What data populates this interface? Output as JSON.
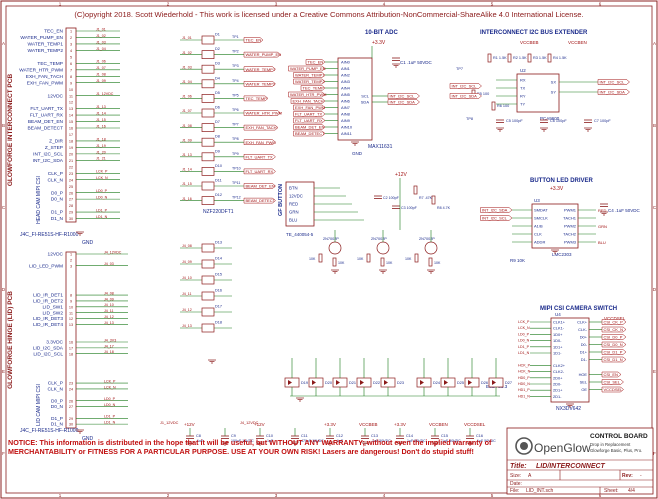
{
  "header": {
    "copyright": "(C)opyright 2018. Scott Wiederhold - This work is licensed under a Creative Commons Attribution-NonCommercial-ShareAlike 4.0 International License."
  },
  "border": {
    "cols": [
      "1",
      "2",
      "3",
      "4",
      "5",
      "6"
    ],
    "rows": [
      "A",
      "B",
      "C",
      "D",
      "E",
      "F"
    ]
  },
  "j1": {
    "title": "GLOWFORGE INTERCONNECT PCB",
    "ref": "J4C_FI-RE51S-HF-R1000",
    "gnd": "GND",
    "pins": [
      {
        "n": "1",
        "sig": "TEC_EN",
        "net": "J1_01"
      },
      {
        "n": "2",
        "sig": "WATER_PUMP_EN",
        "net": "J1_02"
      },
      {
        "n": "3",
        "sig": "WATER_TEMP1",
        "net": "J1_03"
      },
      {
        "n": "4",
        "sig": "WATER_TEMP2",
        "net": "J1_04"
      },
      {
        "n": "5",
        "sig": "",
        "net": ""
      },
      {
        "n": "6",
        "sig": "TEC_TEMP",
        "net": "J1_06"
      },
      {
        "n": "7",
        "sig": "WATER_HTR_PWM",
        "net": "J1_07"
      },
      {
        "n": "8",
        "sig": "EXH_FAN_TACH",
        "net": "J1_08"
      },
      {
        "n": "9",
        "sig": "EXH_FAN_PWM",
        "net": "J1_09"
      },
      {
        "n": "10",
        "sig": "",
        "net": ""
      },
      {
        "n": "11",
        "sig": "12VDC",
        "net": "J1_12VDC"
      },
      {
        "n": "12",
        "sig": "",
        "net": ""
      },
      {
        "n": "13",
        "sig": "FLT_UART_TX",
        "net": "J1_13"
      },
      {
        "n": "14",
        "sig": "FLT_UART_RX",
        "net": "J1_14"
      },
      {
        "n": "15",
        "sig": "BEAM_DET_EN",
        "net": "J1_15"
      },
      {
        "n": "16",
        "sig": "BEAM_DETECT",
        "net": "J1_16"
      },
      {
        "n": "17",
        "sig": "",
        "net": ""
      },
      {
        "n": "18",
        "sig": "Z_DIR",
        "net": "J1_18"
      },
      {
        "n": "19",
        "sig": "Z_STEP",
        "net": "J1_19"
      },
      {
        "n": "20",
        "sig": "INT_I2C_SCL",
        "net": "J1_20"
      },
      {
        "n": "21",
        "sig": "INT_I2C_SDA",
        "net": "J1_21"
      },
      {
        "n": "22",
        "sig": "",
        "net": ""
      },
      {
        "n": "23",
        "sig": "CLK_P",
        "net": "LCK_P"
      },
      {
        "n": "24",
        "sig": "CLK_N",
        "net": "LCK_N"
      },
      {
        "n": "25",
        "sig": "",
        "net": ""
      },
      {
        "n": "26",
        "sig": "D0_P",
        "net": "LD0_P"
      },
      {
        "n": "27",
        "sig": "D0_N",
        "net": "LD0_N"
      },
      {
        "n": "28",
        "sig": "",
        "net": ""
      },
      {
        "n": "29",
        "sig": "D1_P",
        "net": "LD1_P"
      },
      {
        "n": "30",
        "sig": "D1_N",
        "net": "LD1_N"
      }
    ],
    "subtitle": "HEAD CAM MIPI CSI"
  },
  "j2": {
    "title": "GLOWFORGE HINGE (LID) PCB",
    "ref": "J4C_FI-RE51S-HF-R1000",
    "gnd": "GND",
    "subtitle": "LID CAM MIPI CSI",
    "pins": [
      {
        "n": "1",
        "sig": "12VDC",
        "net": "J4_12VDC"
      },
      {
        "n": "2",
        "sig": "",
        "net": ""
      },
      {
        "n": "3",
        "sig": "LID_LED_PWM",
        "net": "J4_03"
      },
      {
        "n": "8",
        "sig": "LID_IR_DET1",
        "net": "J4_08"
      },
      {
        "n": "9",
        "sig": "LID_IR_DET2",
        "net": "J4_09"
      },
      {
        "n": "10",
        "sig": "LID_SW1",
        "net": "J4_10"
      },
      {
        "n": "11",
        "sig": "LID_SW2",
        "net": "J4_11"
      },
      {
        "n": "12",
        "sig": "LID_IR_DET3",
        "net": "J4_12"
      },
      {
        "n": "13",
        "sig": "LID_IR_DET4",
        "net": "J4_13"
      },
      {
        "n": "16",
        "sig": "3.3VDC",
        "net": "J4_3V3"
      },
      {
        "n": "17",
        "sig": "LID_I2C_SDA",
        "net": "J4_17"
      },
      {
        "n": "18",
        "sig": "LID_I2C_SCL",
        "net": "J4_18"
      },
      {
        "n": "23",
        "sig": "CLK_P",
        "net": "LCK_P"
      },
      {
        "n": "24",
        "sig": "CLK_N",
        "net": "LCK_N"
      },
      {
        "n": "26",
        "sig": "D0_P",
        "net": "LD0_P"
      },
      {
        "n": "27",
        "sig": "D0_N",
        "net": "LD0_N"
      },
      {
        "n": "29",
        "sig": "D1_P",
        "net": "LD1_P"
      },
      {
        "n": "30",
        "sig": "D1_N",
        "net": "LD1_N"
      }
    ]
  },
  "esd_array": {
    "ref": "NZF220DFT1",
    "refs": [
      "D1",
      "D2",
      "D3",
      "D4",
      "D5",
      "D6",
      "D7",
      "D8",
      "D9",
      "D10",
      "D11",
      "D12"
    ],
    "nets": [
      "J1_01",
      "J1_02",
      "J1_03",
      "J1_04",
      "J1_06",
      "J1_07",
      "J1_08",
      "J1_09",
      "J1_13",
      "J1_14",
      "J1_15",
      "J1_16"
    ],
    "tps": [
      "TP1",
      "TP2",
      "TP3",
      "TP4",
      "TP5",
      "TP6",
      "TP7",
      "TP8",
      "TP9",
      "TP10",
      "TP11",
      "TP12"
    ],
    "labels": [
      "TEC_EN",
      "WATER_PUMP_EN",
      "WATER_TEMP1",
      "WATER_TEMP2",
      "TEC_TEMP",
      "WATER_HTR_PWM",
      "EXH_FAN_TACH",
      "EXH_FAN_PWM",
      "FLT_UART_TX",
      "FLT_UART_RX",
      "BEAM_DET_EN",
      "BEAM_DETECT"
    ],
    "lower_refs": [
      "D13",
      "D14",
      "D15",
      "D16",
      "D17",
      "D18"
    ],
    "lower_nets": [
      "J4_08",
      "J4_09",
      "J4_10",
      "J4_11",
      "J4_12",
      "J4_13"
    ]
  },
  "adc": {
    "title": "10-BIT ADC",
    "ref": "MAX11631",
    "vcc": "+3.3V",
    "cap": "C1 .1uF 50VDC",
    "pins": [
      "AIN0",
      "AIN1",
      "AIN2",
      "AIN3",
      "AIN4",
      "AIN5",
      "AIN6",
      "AIN7",
      "AIN8",
      "AIN9",
      "AIN10",
      "AIN11"
    ],
    "right_pins": [
      "SCL",
      "SDA"
    ],
    "right_nets": [
      "INT_I2C_SCL",
      "INT_I2C_SDA"
    ],
    "gnd": "GND"
  },
  "i2c_ext": {
    "title": "INTERCONNECT I2C BUS EXTENDER",
    "ref": "PCA9600",
    "chip": "U2",
    "left_pins": [
      "RX",
      "TX",
      "RY",
      "TY"
    ],
    "right_pins": [
      "SX",
      "SY"
    ],
    "vcc_labels": [
      "VCCBEB",
      "VCCBEN"
    ],
    "resistors": [
      "R1 1.5K",
      "R2 1.5K",
      "R3 1.5K",
      "R4 1.5K",
      "R5 100",
      "R6 100"
    ],
    "caps": [
      "C5 100pF",
      "C6 100pF",
      "C7 100pF"
    ],
    "nets": [
      "INT_I2C_SCL",
      "INT_I2C_SDA"
    ],
    "tps": [
      "TP7",
      "TP8"
    ]
  },
  "button": {
    "title": "GF BUTTON",
    "ref": "TE_440054-5",
    "pins": [
      "BTN",
      "12VDC",
      "RED",
      "GRN",
      "BLU"
    ],
    "transistors": [
      "2N7002P",
      "2N7002P",
      "2N7002P"
    ],
    "resistors": [
      "10K",
      "10K",
      "10K",
      "10K",
      "10K",
      "10K"
    ],
    "caps": [
      "C2 100pF",
      "C3 100pF",
      "R7 .47K",
      "R8 4.7K"
    ],
    "vcc": "+12V"
  },
  "led_driver": {
    "title": "BUTTON LED DRIVER",
    "ref": "LMC2303",
    "chip": "U3",
    "vcc": "+3.3V",
    "left_pins": [
      "SMDAT",
      "SMCLK",
      "A1/B",
      "CLK",
      "ADDR"
    ],
    "right_pins": [
      "PWM1",
      "TACH1",
      "PWM2",
      "TACH2",
      "PWM3"
    ],
    "nets": [
      "INT_I2C_SDA",
      "INT_I2C_SCL"
    ],
    "outs": [
      "RED",
      "GRN",
      "BLU"
    ],
    "cap": "C4 .1uF 50VDC",
    "res": "R9 10K"
  },
  "mipi_switch": {
    "title": "MIPI CSI CAMERA SWITCH",
    "ref": "NX3DV642",
    "chip": "U4",
    "vcc": "VCCDSEL",
    "left_nets": [
      "LCK_P",
      "LCK_N",
      "LD0_P",
      "LD0_N",
      "LD1_P",
      "LD1_N",
      "",
      "HCK_P",
      "HCK_N",
      "HD0_P",
      "HD0_N",
      "HD1_P",
      "HD1_N"
    ],
    "mid_pins": [
      "CLK1+",
      "CLK1-",
      "1D0+",
      "1D0-",
      "1D1+",
      "1D1-",
      "",
      "CLK2+",
      "CLK2-",
      "2D0+",
      "2D0-",
      "2D1+",
      "2D1-"
    ],
    "right_pins": [
      "CLK+",
      "CLK-",
      "D0+",
      "D0-",
      "D1+",
      "D1-",
      "",
      "HOE",
      "SEL",
      "OE"
    ],
    "right_nets": [
      "CSI_CK_P",
      "CSI_CK_N",
      "CSI_D0_P",
      "CSI_D0_N",
      "CSI_D1_P",
      "CSI_D1_N",
      "",
      "CSI_EN",
      "CSI_SEL",
      "VCCDSEL"
    ]
  },
  "tvs": {
    "refs": [
      "D19",
      "D20",
      "D21",
      "D22",
      "D23",
      "D24",
      "D25",
      "D26",
      "D27"
    ],
    "part": "ESD7C5.3"
  },
  "bottom_caps": {
    "items": [
      {
        "ref": "C8",
        "val": ".1uF",
        "rail": "+12V"
      },
      {
        "ref": "C9",
        "val": "100uF 16VDC",
        "rail": ""
      },
      {
        "ref": "C10",
        "val": ".1uF",
        "rail": "+12V"
      },
      {
        "ref": "C11",
        "val": "470uF 16VDC",
        "rail": ""
      },
      {
        "ref": "C12",
        "val": ".1uF",
        "rail": "+3.3V"
      },
      {
        "ref": "C13",
        "val": ".1uF 50VDC",
        "rail": "VCCBEB"
      },
      {
        "ref": "C14",
        "val": ".1uF 50VDC",
        "rail": "+3.3V"
      },
      {
        "ref": "C15",
        "val": ".1uF 50VDC",
        "rail": "VCCBEN"
      },
      {
        "ref": "C16",
        "val": ".1uF 50VDC",
        "rail": "VCCDSEL"
      }
    ],
    "power_labels": [
      "J1_12VDC",
      "J4_12VDC"
    ]
  },
  "notice": "NOTICE: This information is distributed in the hope that it will be useful, but WITHOUT ANY WARRANTY; without even the implied warranty of MERCHANTABILITY or FITNESS FOR A PARTICULAR PURPOSE. USE AT YOUR OWN RISK! Lasers are dangerous! Don't do stupid stuff!",
  "title_block": {
    "brand": "OpenGlow",
    "board": "CONTROL BOARD",
    "desc1": "Drop in Replacement",
    "desc2": "Glowforge Basic, Plus, Pro.",
    "title_label": "Title:",
    "title": "LID/INTERCONNECT",
    "size_label": "Size:",
    "size": "A",
    "date_label": "Date:",
    "rev_label": "Rev:",
    "rev": "-",
    "file_label": "File:",
    "file": "LID_INT.sch",
    "sheet_label": "Sheet:",
    "sheet": "4/4"
  },
  "colors": {
    "wire": "#1a7a1a",
    "part": "#8b1a1a",
    "text_blue": "#1a2a8b",
    "border": "#8b2020",
    "net_red": "#a01010"
  }
}
